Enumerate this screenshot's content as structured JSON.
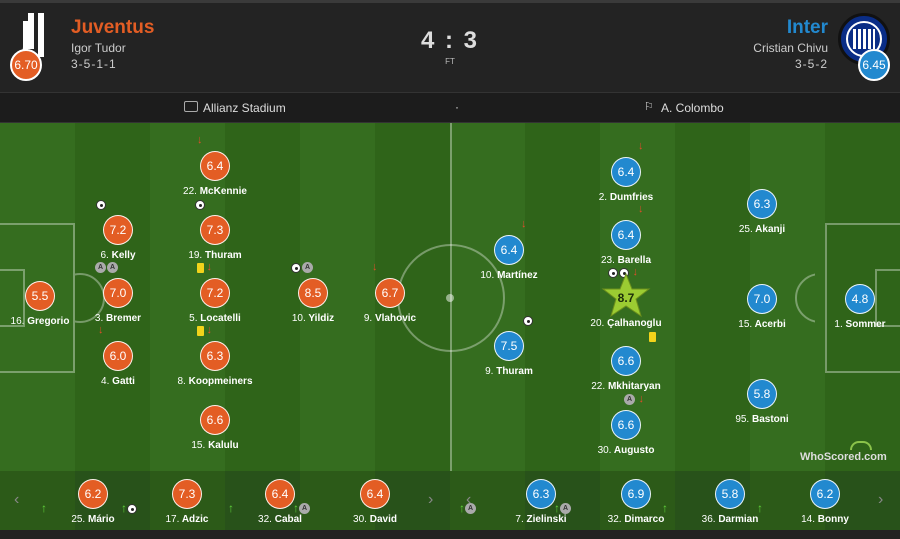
{
  "home": {
    "name": "Juventus",
    "coach": "Igor Tudor",
    "formation": "3-5-1-1",
    "rating": "6.70",
    "color": "#e35d24"
  },
  "away": {
    "name": "Inter",
    "coach": "Cristian Chivu",
    "formation": "3-5-2",
    "rating": "6.45",
    "color": "#2289cf"
  },
  "score": "4 : 3",
  "status": "FT",
  "venue": "Allianz Stadium",
  "separator": "·",
  "referee": "A. Colombo",
  "watermark": "WhoScored.com",
  "home_players": [
    {
      "num": "16.",
      "name": "Gregorio",
      "rating": "5.5"
    },
    {
      "num": "6.",
      "name": "Kelly",
      "rating": "7.2"
    },
    {
      "num": "3.",
      "name": "Bremer",
      "rating": "7.0"
    },
    {
      "num": "4.",
      "name": "Gatti",
      "rating": "6.0"
    },
    {
      "num": "22.",
      "name": "McKennie",
      "rating": "6.4"
    },
    {
      "num": "19.",
      "name": "Thuram",
      "rating": "7.3"
    },
    {
      "num": "5.",
      "name": "Locatelli",
      "rating": "7.2"
    },
    {
      "num": "8.",
      "name": "Koopmeiners",
      "rating": "6.3"
    },
    {
      "num": "15.",
      "name": "Kalulu",
      "rating": "6.6"
    },
    {
      "num": "10.",
      "name": "Yildiz",
      "rating": "8.5"
    },
    {
      "num": "9.",
      "name": "Vlahovic",
      "rating": "6.7"
    }
  ],
  "away_players": [
    {
      "num": "1.",
      "name": "Sommer",
      "rating": "4.8"
    },
    {
      "num": "25.",
      "name": "Akanji",
      "rating": "6.3"
    },
    {
      "num": "15.",
      "name": "Acerbi",
      "rating": "7.0"
    },
    {
      "num": "95.",
      "name": "Bastoni",
      "rating": "5.8"
    },
    {
      "num": "2.",
      "name": "Dumfries",
      "rating": "6.4"
    },
    {
      "num": "23.",
      "name": "Barella",
      "rating": "6.4"
    },
    {
      "num": "20.",
      "name": "Çalhanoglu",
      "rating": "8.7"
    },
    {
      "num": "22.",
      "name": "Mkhitaryan",
      "rating": "6.6"
    },
    {
      "num": "30.",
      "name": "Augusto",
      "rating": "6.6"
    },
    {
      "num": "10.",
      "name": "Martínez",
      "rating": "6.4"
    },
    {
      "num": "9.",
      "name": "Thuram",
      "rating": "7.5"
    }
  ],
  "home_subs": [
    {
      "num": "25.",
      "name": "Mário",
      "rating": "6.2"
    },
    {
      "num": "17.",
      "name": "Adzic",
      "rating": "7.3"
    },
    {
      "num": "32.",
      "name": "Cabal",
      "rating": "6.4"
    },
    {
      "num": "30.",
      "name": "David",
      "rating": "6.4"
    }
  ],
  "away_subs": [
    {
      "num": "7.",
      "name": "Zielinski",
      "rating": "6.3"
    },
    {
      "num": "32.",
      "name": "Dimarco",
      "rating": "6.9"
    },
    {
      "num": "36.",
      "name": "Darmian",
      "rating": "5.8"
    },
    {
      "num": "14.",
      "name": "Bonny",
      "rating": "6.2"
    }
  ],
  "assist_label": "A",
  "nav": {
    "prev": "‹",
    "next": "›"
  },
  "icons": {
    "goal": "football-icon",
    "assist": "assist-icon",
    "yellow": "yellow-card-icon",
    "sub_off": "sub-off-arrow-icon",
    "sub_on": "sub-on-arrow-icon",
    "motm": "man-of-the-match-star-icon"
  }
}
